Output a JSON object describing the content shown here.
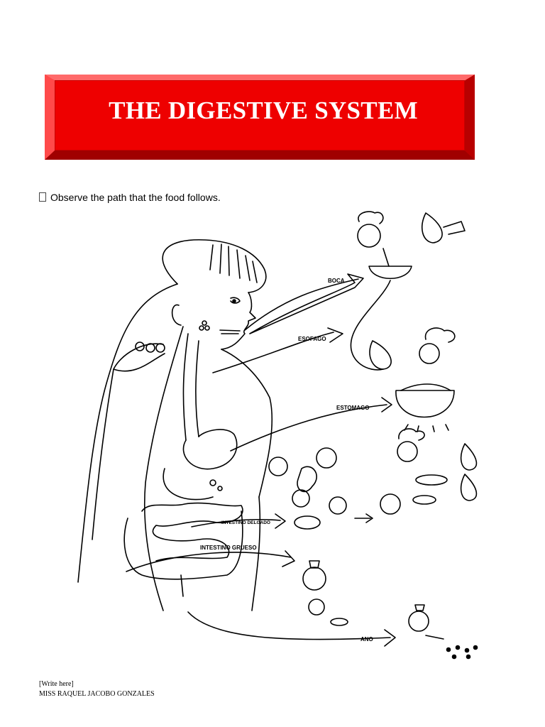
{
  "header": {
    "title": "THE DIGESTIVE SYSTEM"
  },
  "instruction": "Observe the path that the food follows.",
  "labels": {
    "boca": "BOCA",
    "esofago": "ESOFAGO",
    "estomago": "ESTOMAGO",
    "intestino_delgado": "INTESTINO DELGADO",
    "intestino_grueso": "INTESTINO GRUESO",
    "ano": "ANO"
  },
  "footer": {
    "placeholder": "[Write here]",
    "author": "MISS RAQUEL JACOBO GONZALES"
  },
  "colors": {
    "banner_red": "#ee0000",
    "title_white": "#ffffff"
  },
  "icons": [
    "checkbox-icon",
    "chef-drop-icon",
    "saliva-drop-icon",
    "pot-icon",
    "food-ball-icon"
  ]
}
